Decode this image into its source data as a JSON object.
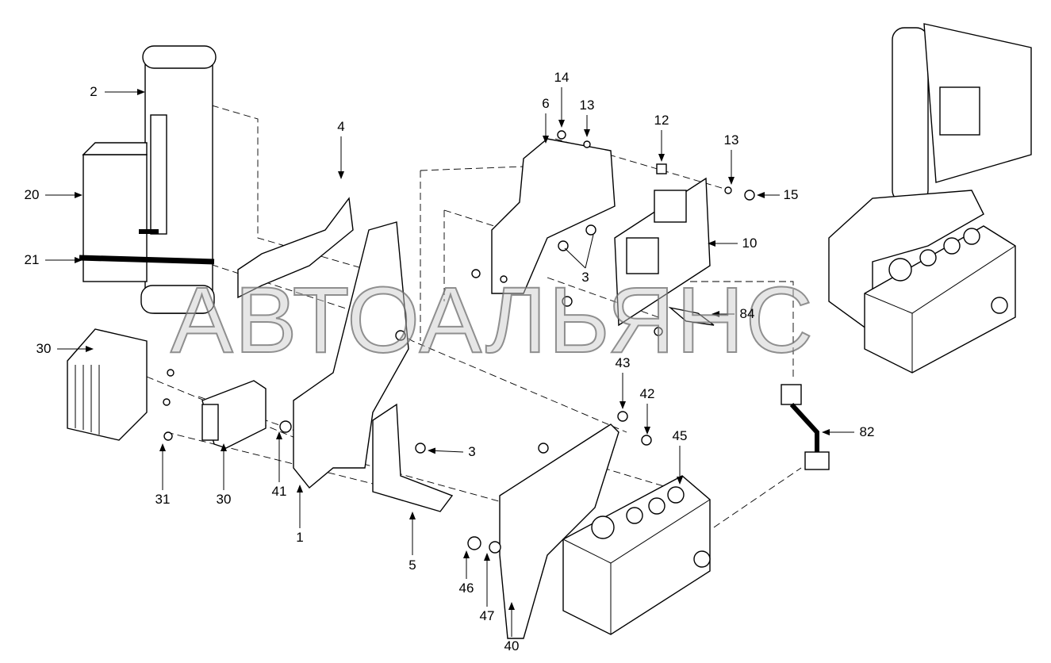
{
  "watermark": "АВТОАЛЬЯНС",
  "callouts": [
    {
      "id": "c2",
      "text": "2"
    },
    {
      "id": "c4",
      "text": "4"
    },
    {
      "id": "c6",
      "text": "6"
    },
    {
      "id": "c14",
      "text": "14"
    },
    {
      "id": "c13a",
      "text": "13"
    },
    {
      "id": "c12",
      "text": "12"
    },
    {
      "id": "c13b",
      "text": "13"
    },
    {
      "id": "c15",
      "text": "15"
    },
    {
      "id": "c10",
      "text": "10"
    },
    {
      "id": "c3a",
      "text": "3"
    },
    {
      "id": "c84",
      "text": "84"
    },
    {
      "id": "c20",
      "text": "20"
    },
    {
      "id": "c21",
      "text": "21"
    },
    {
      "id": "c30a",
      "text": "30"
    },
    {
      "id": "c31",
      "text": "31"
    },
    {
      "id": "c30b",
      "text": "30"
    },
    {
      "id": "c41",
      "text": "41"
    },
    {
      "id": "c1",
      "text": "1"
    },
    {
      "id": "c3b",
      "text": "3"
    },
    {
      "id": "c5",
      "text": "5"
    },
    {
      "id": "c46",
      "text": "46"
    },
    {
      "id": "c47",
      "text": "47"
    },
    {
      "id": "c40",
      "text": "40"
    },
    {
      "id": "c43",
      "text": "43"
    },
    {
      "id": "c42",
      "text": "42"
    },
    {
      "id": "c45",
      "text": "45"
    },
    {
      "id": "c82",
      "text": "82"
    }
  ]
}
